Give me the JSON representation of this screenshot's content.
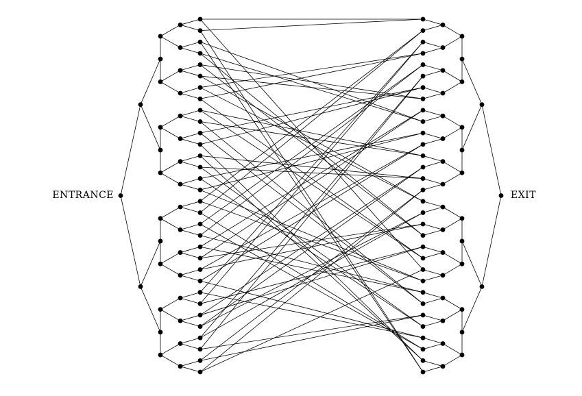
{
  "labels": {
    "entrance": "ENTRANCE",
    "exit": "EXIT"
  },
  "colors": {
    "node": "#000000",
    "edge": "#000000",
    "background": "#ffffff"
  },
  "structure": {
    "type": "two complete binary trees (depth 5) joined at their leaves by a random cycle",
    "tree_depth": 5,
    "leaves_per_tree": 32,
    "leaf_cycle": [
      0,
      31,
      9,
      19,
      7,
      16,
      3,
      21,
      12,
      25,
      6,
      30,
      14,
      27,
      10,
      23,
      1,
      29,
      4,
      24,
      8,
      18,
      11,
      28,
      2,
      20,
      13,
      17,
      5,
      26,
      15,
      22
    ]
  }
}
